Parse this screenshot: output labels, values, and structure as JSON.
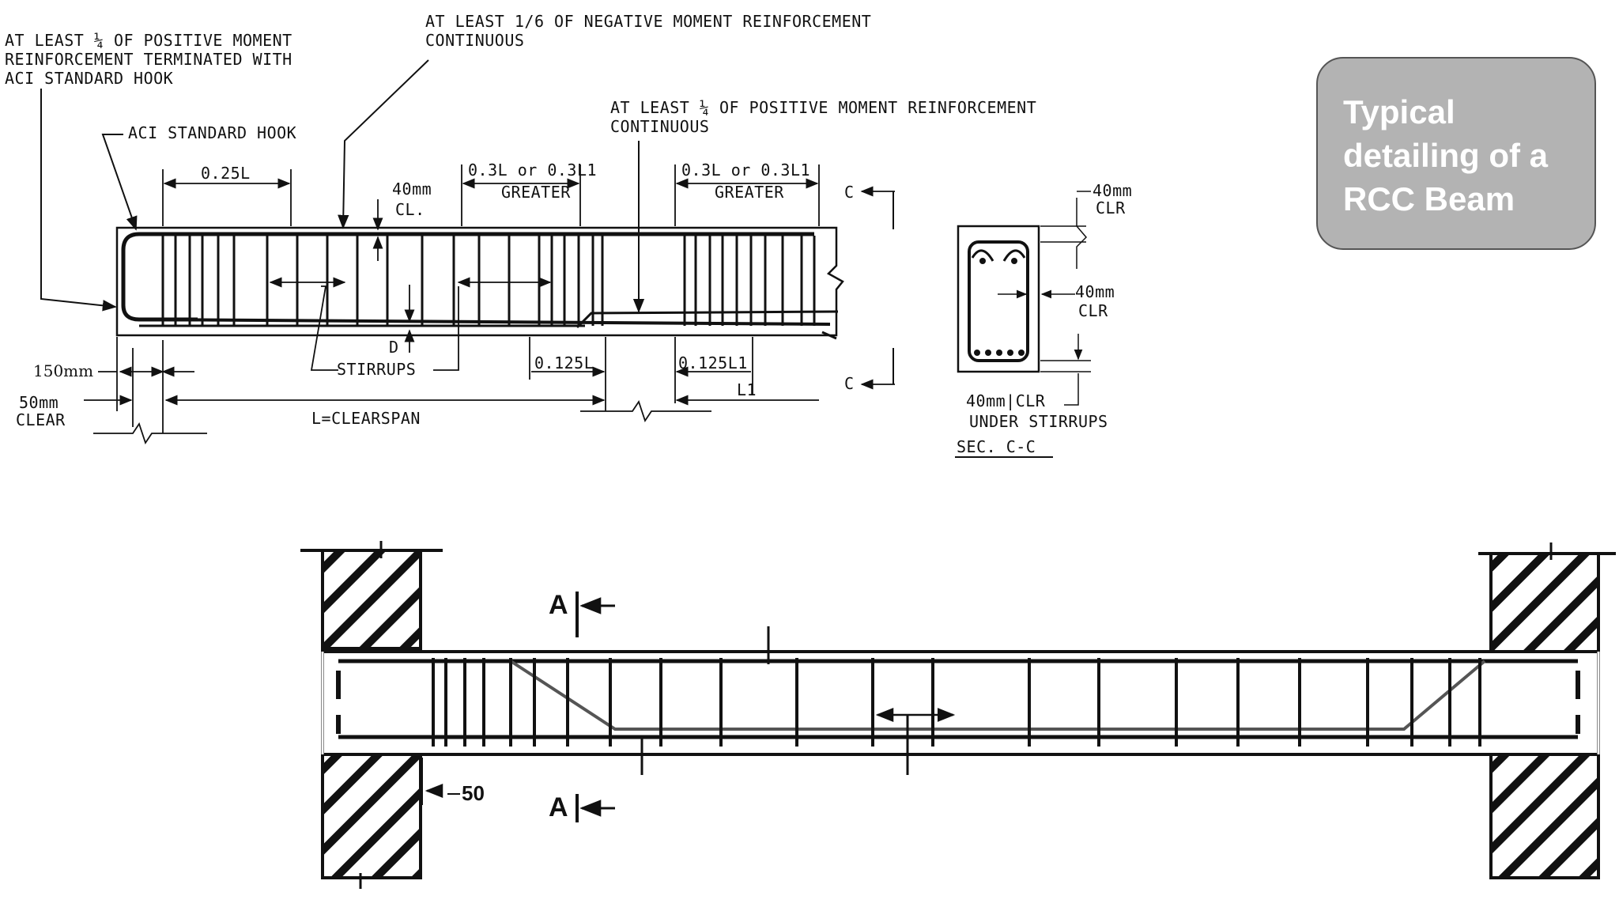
{
  "title": {
    "line1": "Typical",
    "line2": "detailing of a",
    "line3": "RCC Beam"
  },
  "elevation": {
    "note_left": [
      "AT LEAST ¼ OF POSITIVE MOMENT",
      "REINFORCEMENT TERMINATED WITH",
      "ACI STANDARD HOOK"
    ],
    "note_top": [
      "AT LEAST 1/6 OF NEGATIVE MOMENT REINFORCEMENT",
      "CONTINUOUS"
    ],
    "note_mid": [
      "AT LEAST ¼ OF POSITIVE MOMENT REINFORCEMENT",
      "CONTINUOUS"
    ],
    "hook_label": "ACI STANDARD HOOK",
    "dim_025L": "0.25L",
    "dim_03L_a": [
      "0.3L or 0.3L1",
      "GREATER"
    ],
    "dim_03L_b": [
      "0.3L or 0.3L1",
      "GREATER"
    ],
    "cover_top": [
      "40mm",
      "CL."
    ],
    "stirrups_label": "STIRRUPS",
    "dim_D": "D",
    "dim_0125L_a": "0.125L",
    "dim_0125L_b": "0.125L1",
    "dim_L1": "L1",
    "dim_150": "150mm",
    "dim_50": [
      "50mm",
      "CLEAR"
    ],
    "clearspan": "L=CLEARSPAN",
    "cut_top": "C",
    "cut_bottom": "C"
  },
  "section": {
    "cover_top": [
      "40mm",
      "CLR"
    ],
    "cover_side": [
      "40mm",
      "CLR"
    ],
    "cover_bottom": [
      "40mm|CLR",
      "UNDER STIRRUPS"
    ],
    "title": "SEC. C-C"
  },
  "lower_beam": {
    "cut_a_top": "A",
    "cut_a_bottom": "A",
    "dim_50": "50"
  }
}
